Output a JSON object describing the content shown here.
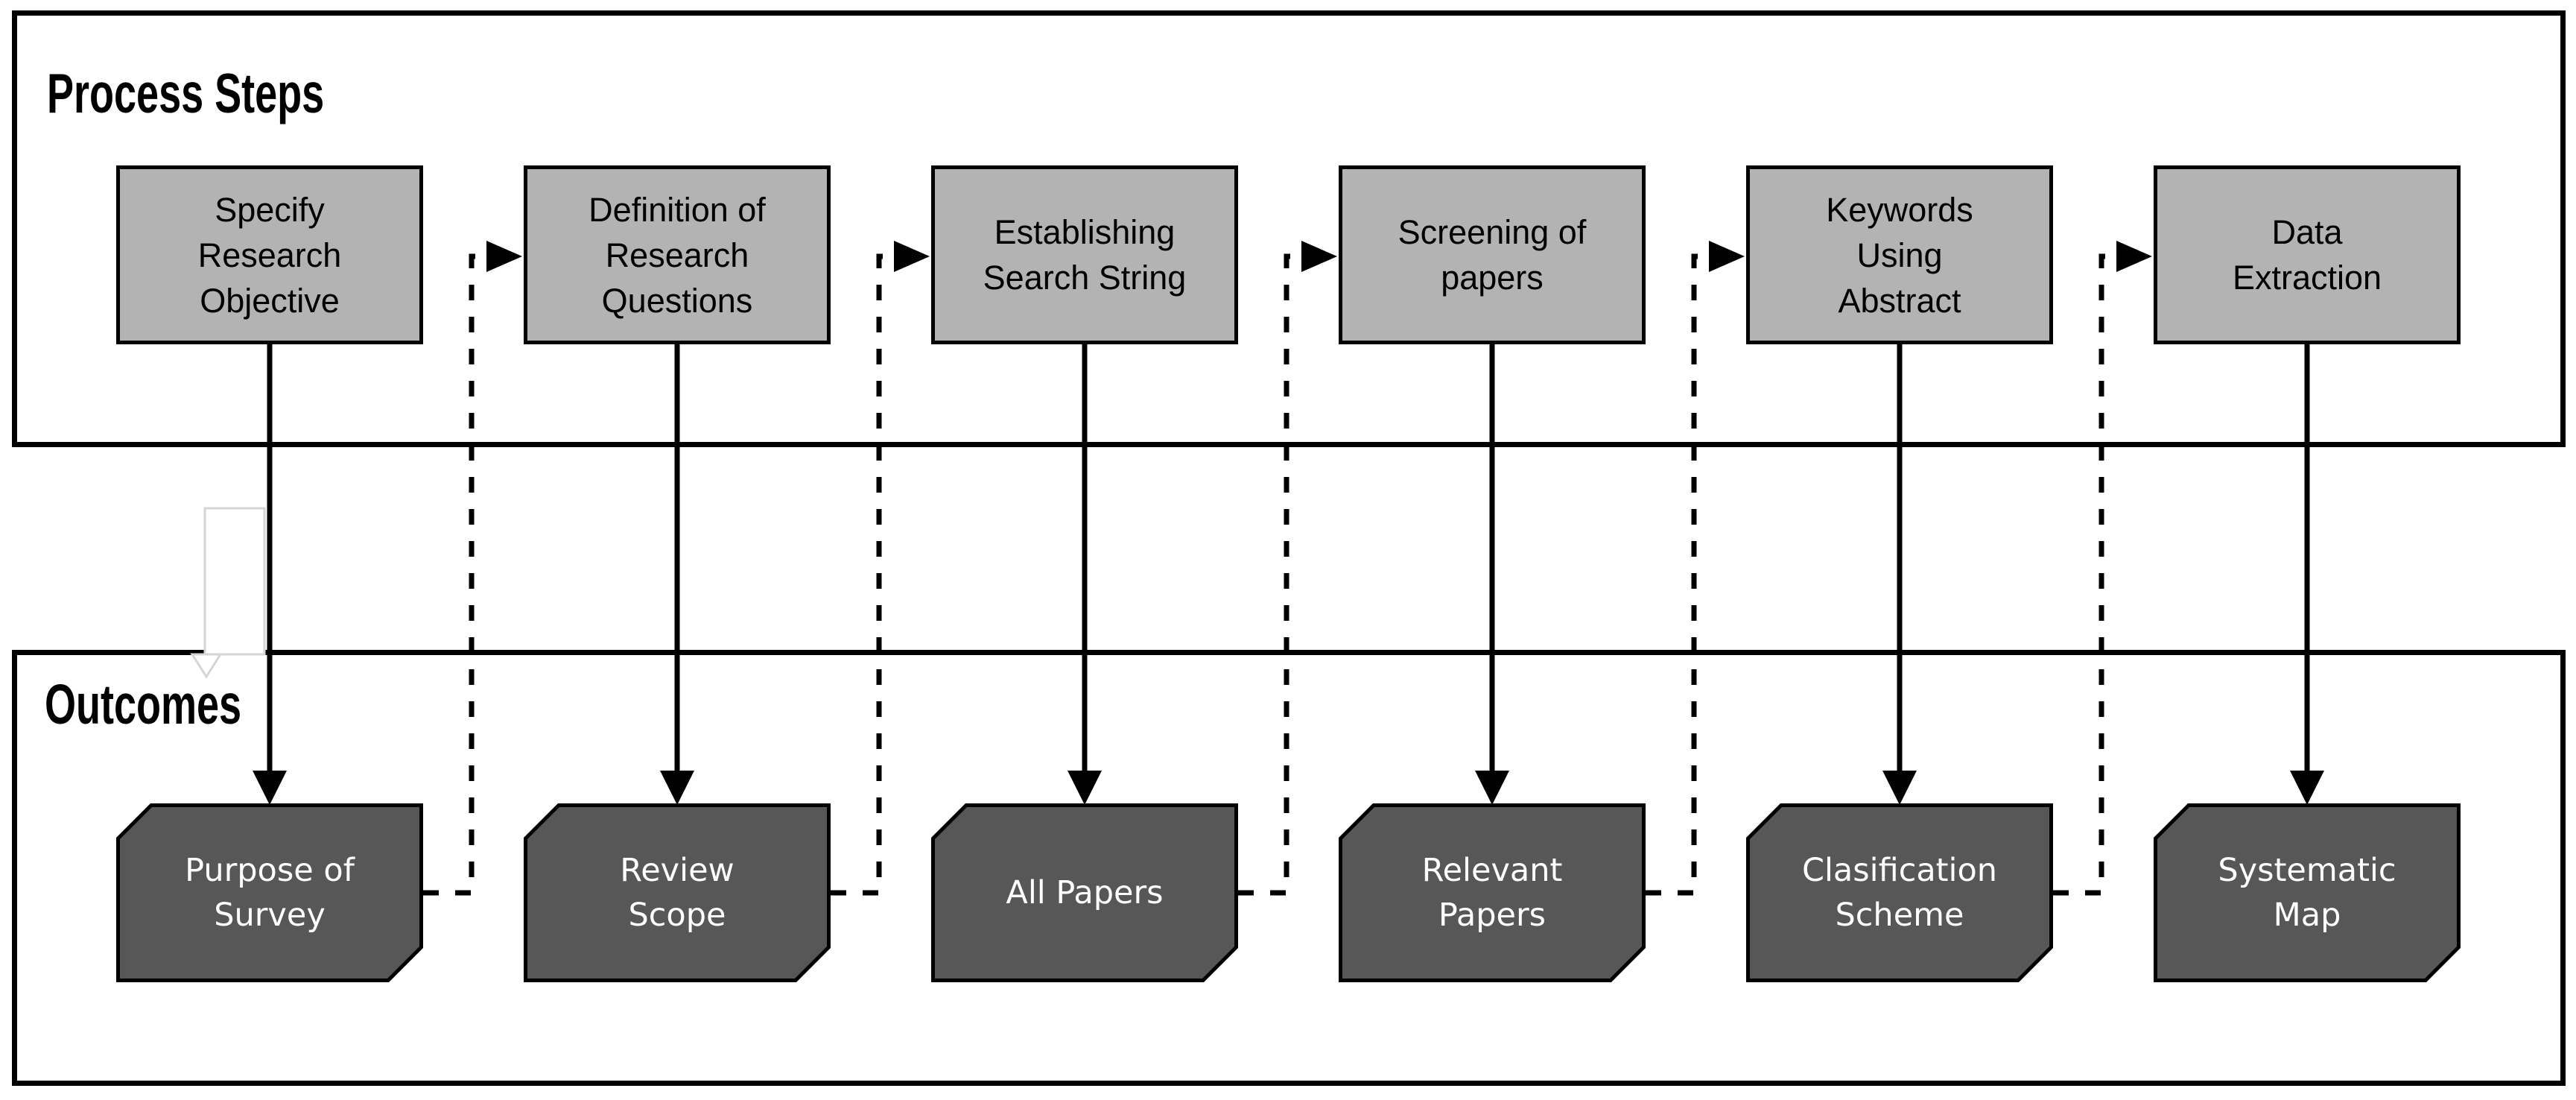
{
  "diagram": {
    "sections": [
      {
        "title": "Process Steps"
      },
      {
        "title": "Outcomes"
      }
    ],
    "process_steps": [
      {
        "label": "Specify\nResearch\nObjective"
      },
      {
        "label": "Definition of\nResearch\nQuestions"
      },
      {
        "label": "Establishing\nSearch String"
      },
      {
        "label": "Screening of\npapers"
      },
      {
        "label": "Keywords\nUsing\nAbstract"
      },
      {
        "label": "Data\nExtraction"
      }
    ],
    "outcomes": [
      {
        "label": "Purpose of\nSurvey"
      },
      {
        "label": "Review\nScope"
      },
      {
        "label": "All Papers"
      },
      {
        "label": "Relevant\nPapers"
      },
      {
        "label": "Clasification\nScheme"
      },
      {
        "label": "Systematic\nMap"
      }
    ],
    "colors": {
      "background": "#ffffff",
      "section_border": "#000000",
      "process_fill": "#b3b3b3",
      "process_border": "#000000",
      "process_text": "#000000",
      "outcome_fill": "#575757",
      "outcome_border": "#000000",
      "outcome_text": "#ffffff",
      "connector": "#000000",
      "ghost_artifact": "#d5d5d5"
    }
  }
}
